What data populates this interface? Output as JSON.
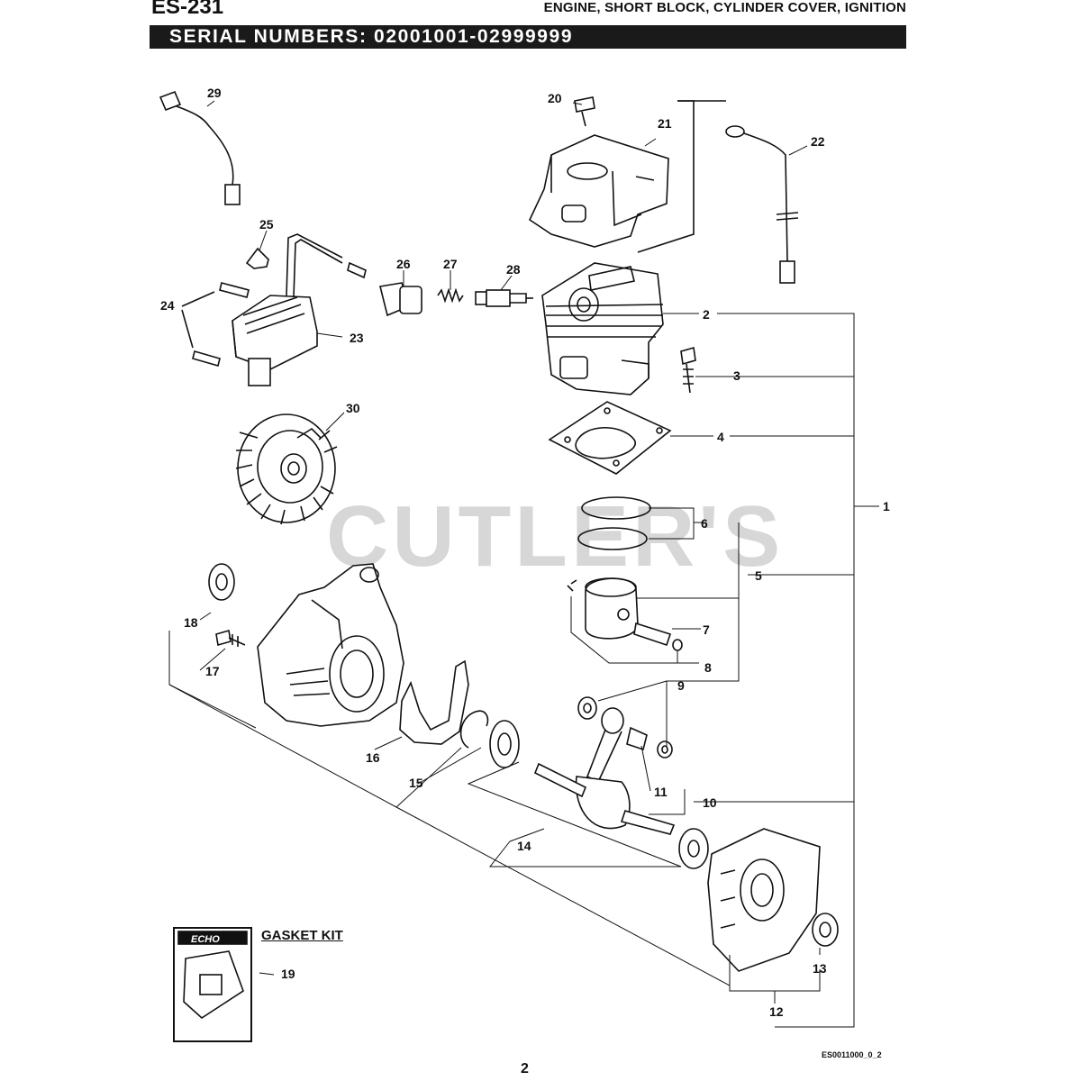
{
  "header": {
    "model": "ES-231",
    "title": "ENGINE, SHORT BLOCK, CYLINDER COVER, IGNITION",
    "serial_numbers": "SERIAL  NUMBERS:  02001001-02999999"
  },
  "watermark": "CUTLER'S",
  "callouts": [
    "1",
    "2",
    "3",
    "4",
    "5",
    "6",
    "7",
    "8",
    "9",
    "10",
    "11",
    "12",
    "13",
    "14",
    "15",
    "16",
    "17",
    "18",
    "19",
    "20",
    "21",
    "22",
    "23",
    "24",
    "25",
    "26",
    "27",
    "28",
    "29",
    "30"
  ],
  "gasket_kit": {
    "label": "GASKET KIT",
    "brand": "ECHO"
  },
  "footer": {
    "doc_code": "ES0011000_0_2",
    "page_number": "2"
  }
}
